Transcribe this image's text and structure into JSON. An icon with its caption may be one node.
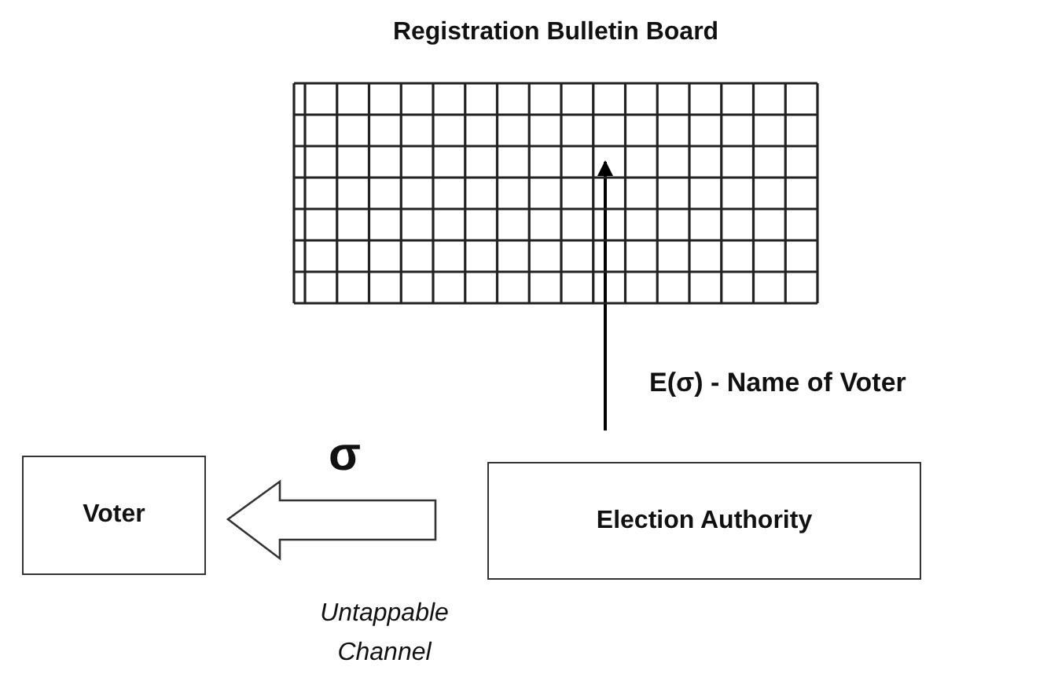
{
  "diagram": {
    "nodes": [
      {
        "text": [
          "Registration Bulletin Board"
        ]
      },
      {
        "text": [
          "Voter"
        ]
      },
      {
        "text": [
          "Election Authority"
        ]
      }
    ],
    "edges": [
      {
        "from": 2,
        "to": 0,
        "arrow": "to",
        "label": "E(σ) - Name of Voter"
      },
      {
        "from": 2,
        "to": 1,
        "arrow": "to",
        "label": "σ",
        "style": "thick"
      }
    ],
    "labels": [
      "Untappable Channel"
    ]
  }
}
